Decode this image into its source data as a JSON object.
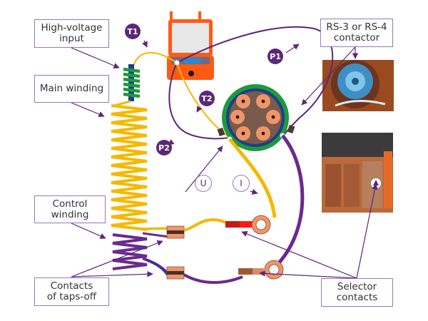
{
  "labels": {
    "high_voltage_input": [
      "High-voltage",
      "input"
    ],
    "main_winding": [
      "Main winding"
    ],
    "control_winding": [
      "Control",
      "winding"
    ],
    "contacts_taps_off": [
      "Contacts",
      "of taps-off"
    ],
    "rs_contactor": [
      "RS-3 or RS-4",
      "contactor"
    ],
    "selector_contacts": [
      "Selector",
      "contacts"
    ]
  },
  "badges": {
    "t1": "T1",
    "t2": "T2",
    "p1": "P1",
    "p2": "P2"
  },
  "meters": {
    "voltage": "U",
    "current": "I"
  },
  "colors": {
    "purple": "#6a2a8e",
    "dark_purple": "#5b2878",
    "yellow": "#f5b800",
    "green": "#1f9a3a",
    "blue": "#1a3f8f",
    "copper": "#f0956a",
    "brown": "#7a5a4a",
    "orange": "#ff5a14",
    "red": "#e0140f"
  }
}
